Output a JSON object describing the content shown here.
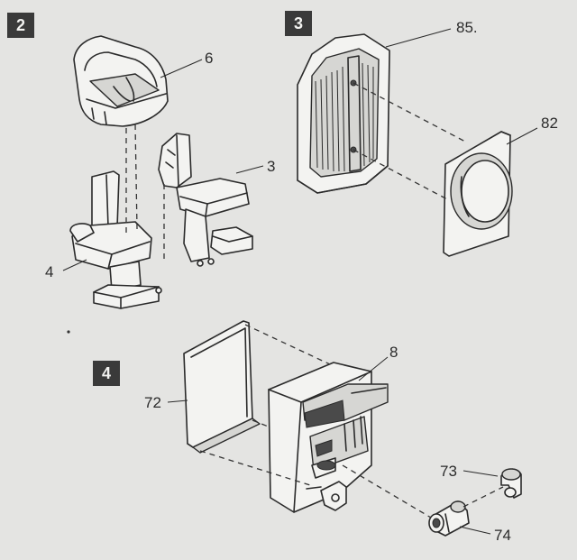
{
  "steps": [
    {
      "number": "2"
    },
    {
      "number": "3"
    },
    {
      "number": "4"
    }
  ],
  "labels": {
    "seat_top": "6",
    "seat_right": "3",
    "seat_left": "4",
    "radiator": "85.",
    "radiator_ring": "82",
    "panel": "72",
    "box": "8",
    "elbow": "73",
    "nozzle": "74"
  }
}
